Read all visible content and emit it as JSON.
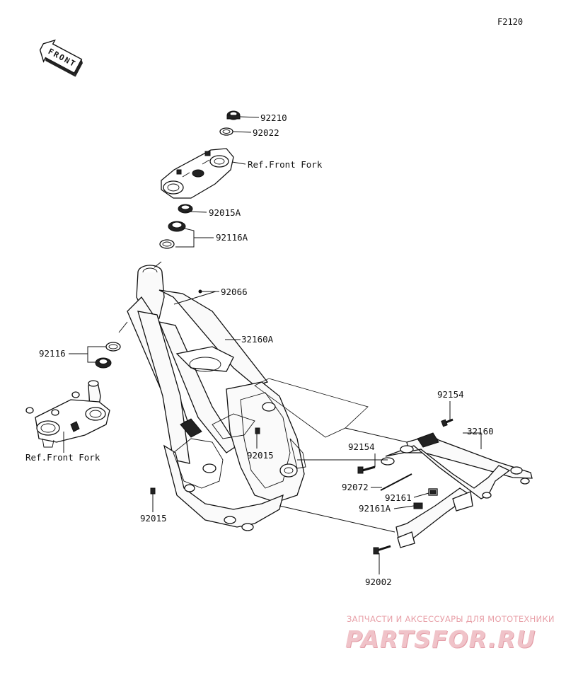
{
  "header": {
    "figure_code": "F2120"
  },
  "front_badge": {
    "text": "FRONT"
  },
  "callouts": {
    "nut_92210": "92210",
    "washer_92022": "92022",
    "ref_front_fork_top": "Ref.Front Fork",
    "seal_92015a": "92015A",
    "bearing_92116a": "92116A",
    "plug_92066": "92066",
    "frame_32160a": "32160A",
    "bearing_92116": "92116",
    "ref_front_fork_bottom": "Ref.Front Fork",
    "bolt_92154_top": "92154",
    "subframe_32160": "32160",
    "bolt_92154_mid": "92154",
    "plug_92015_mid": "92015",
    "pin_92072": "92072",
    "clamp_92161": "92161",
    "clamp_92161a": "92161A",
    "plug_92015_left": "92015",
    "bolt_92002": "92002"
  },
  "watermark": {
    "tagline": "ЗАПЧАСТИ И АКСЕССУАРЫ ДЛЯ МОТОТЕХНИКИ",
    "logo": "PARTSFOR.RU"
  }
}
